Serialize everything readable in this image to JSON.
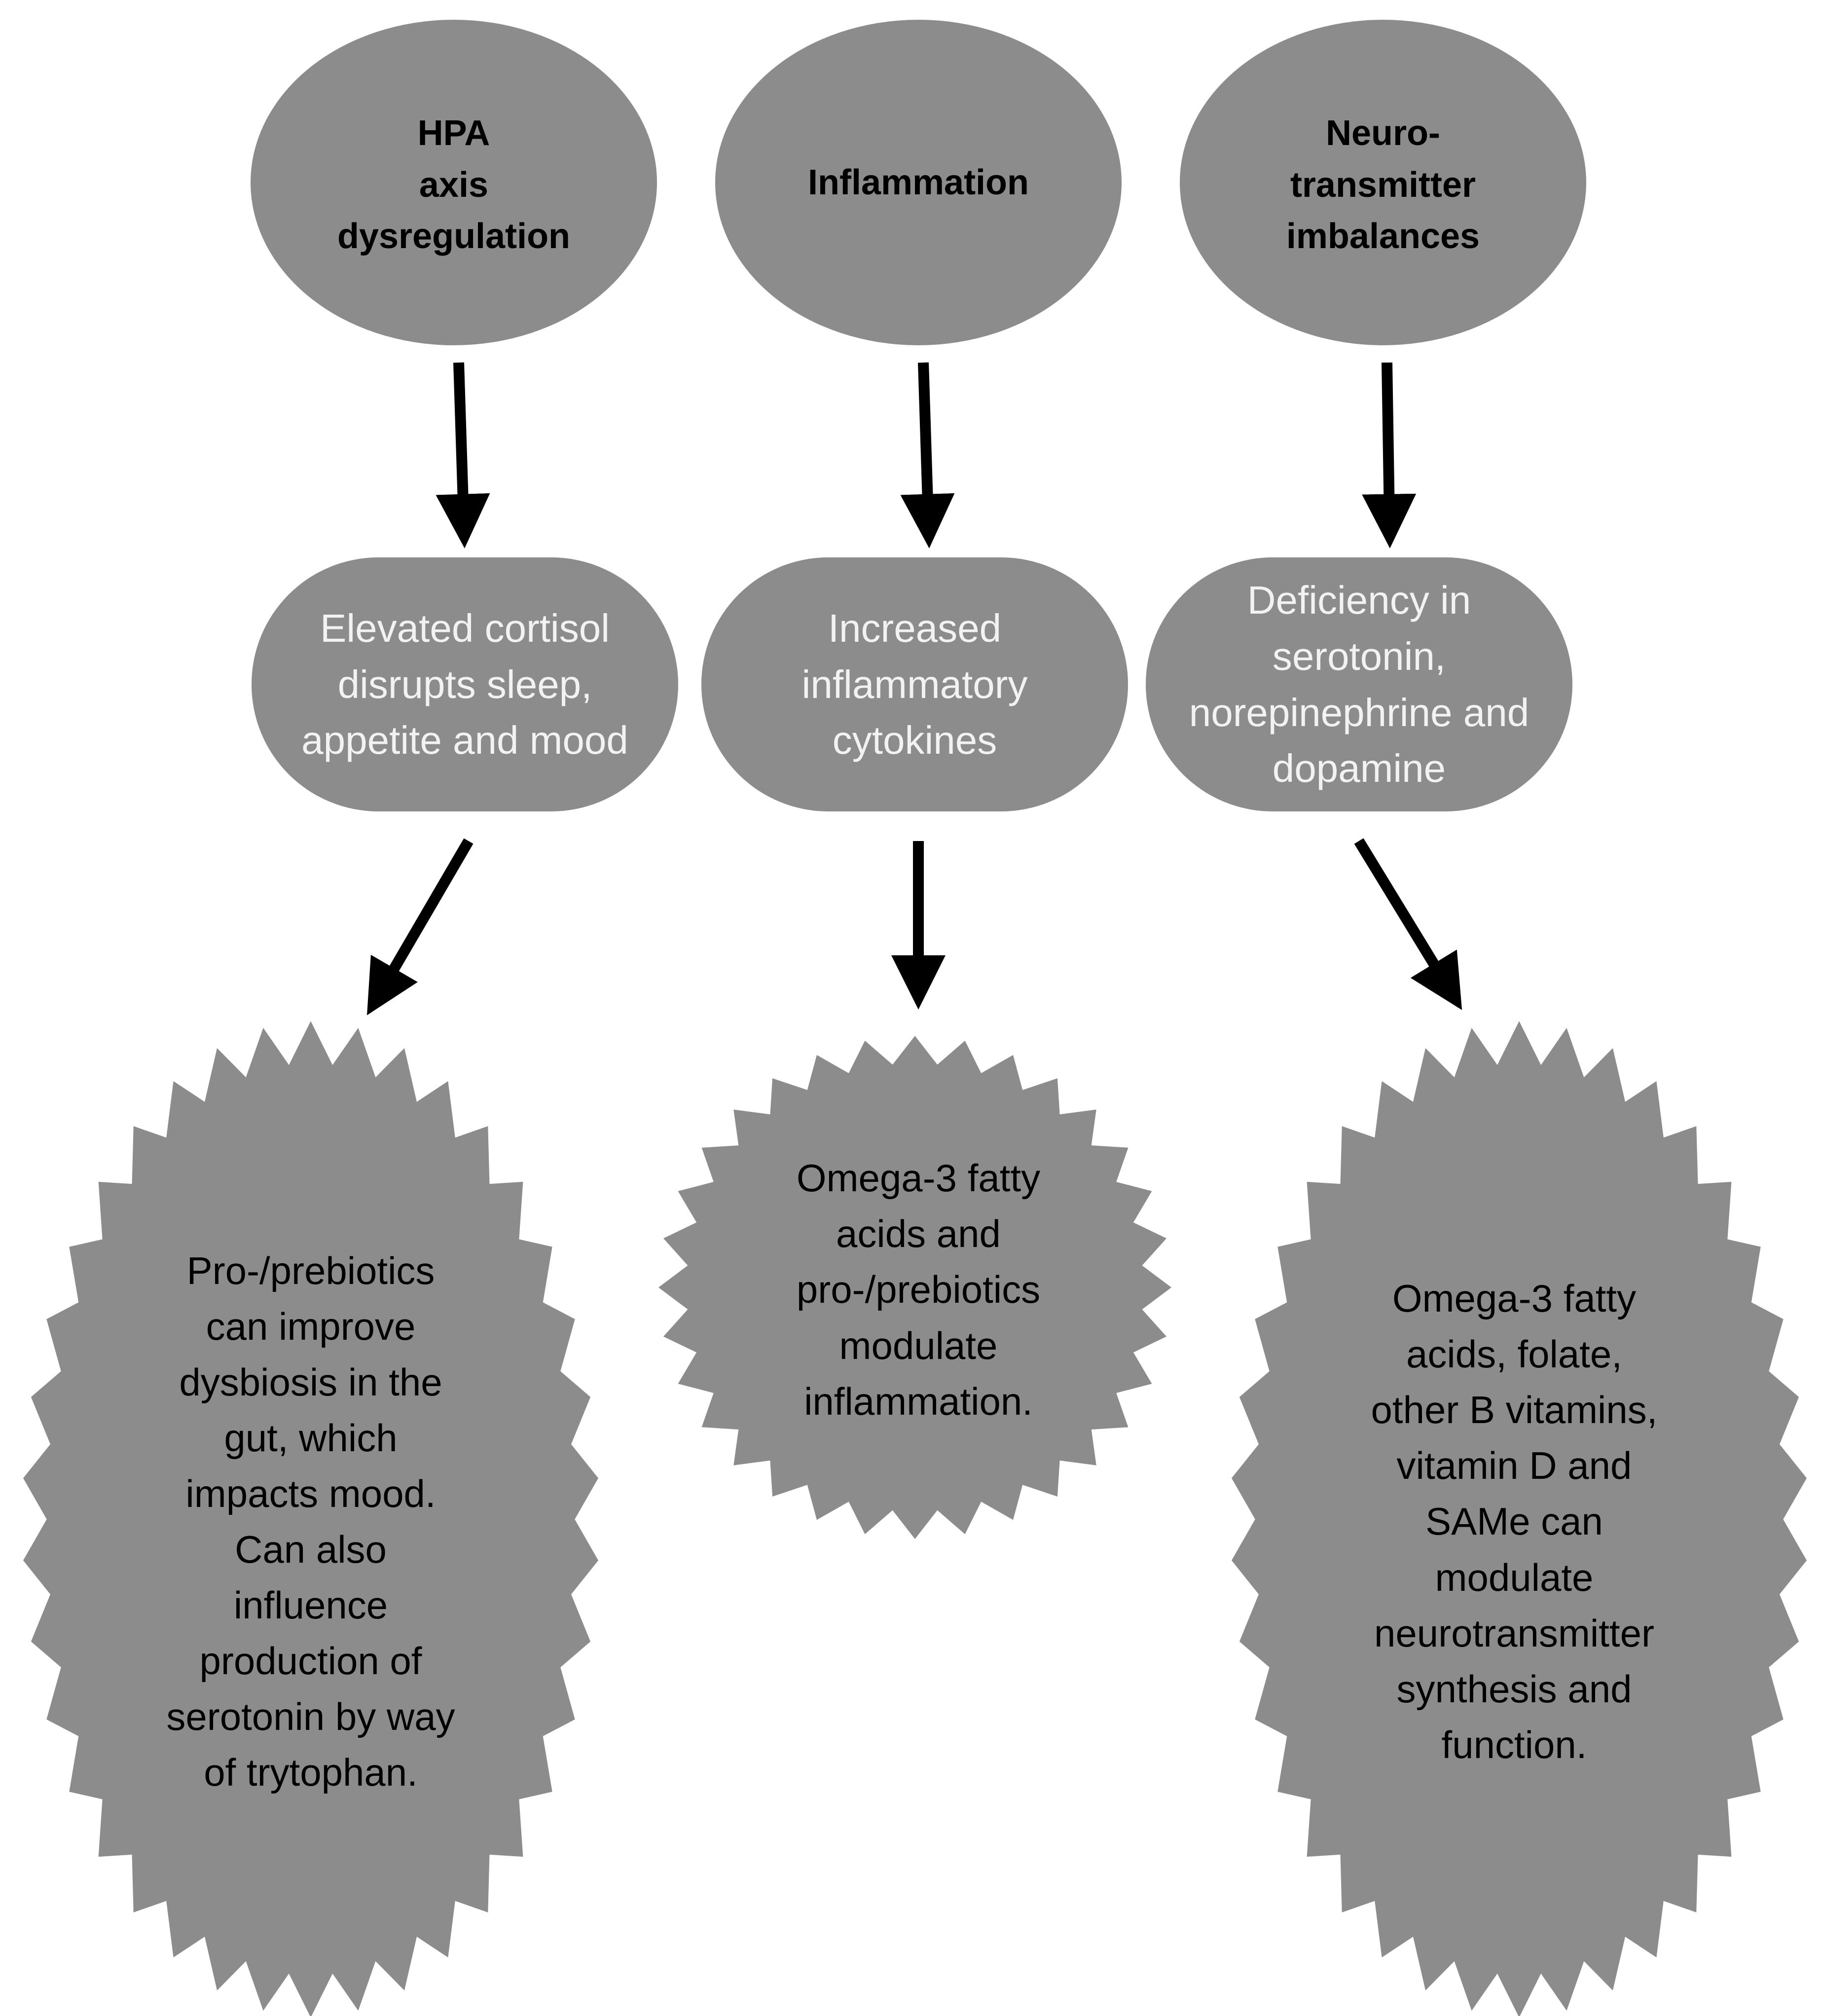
{
  "colors": {
    "node_fill": "#8c8c8c",
    "arrow": "#000000",
    "top_text": "#000000",
    "mid_text": "#f2f2f2",
    "bottom_text": "#000000",
    "background": "#ffffff"
  },
  "columns": [
    {
      "cause": "HPA\naxis\ndysregulation",
      "effect": "Elevated cortisol\ndisrupts sleep,\nappetite and mood",
      "intervention": "Pro-/prebiotics\ncan improve\ndysbiosis in the\ngut, which\nimpacts mood.\nCan also\ninfluence\nproduction of\nserotonin by way\nof trytophan."
    },
    {
      "cause": "Inflammation",
      "effect": "Increased\ninflammatory\ncytokines",
      "intervention": "Omega-3 fatty\nacids and\npro-/prebiotics\nmodulate\ninflammation."
    },
    {
      "cause": "Neuro-\ntransmitter\nimbalances",
      "effect": "Deficiency in\nserotonin,\nnorepinephrine and\ndopamine",
      "intervention": "Omega-3 fatty\nacids, folate,\nother B vitamins,\nvitamin D and\nSAMe can\nmodulate\nneurotransmitter\nsynthesis and\nfunction."
    }
  ]
}
